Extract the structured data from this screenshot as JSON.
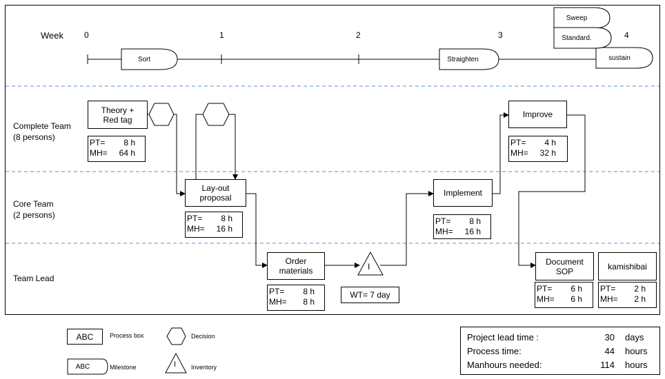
{
  "timeline": {
    "label": "Week",
    "ticks": [
      "0",
      "1",
      "2",
      "3",
      "4"
    ],
    "milestones": {
      "sort": "Sort",
      "straighten": "Straighten",
      "sustain": "sustain",
      "sweep": "Sweep",
      "standard": "Standard."
    }
  },
  "lanes": {
    "complete": "Complete Team\n(8 persons)",
    "core": "Core Team\n(2 persons)",
    "lead": "Team Lead"
  },
  "processes": {
    "theory": {
      "name": "Theory +\nRed tag",
      "pt_label": "PT=",
      "pt": "8 h",
      "mh_label": "MH=",
      "mh": "64 h"
    },
    "layout": {
      "name": "Lay-out\nproposal",
      "pt_label": "PT=",
      "pt": "8 h",
      "mh_label": "MH=",
      "mh": "16 h"
    },
    "order": {
      "name": "Order\nmaterials",
      "pt_label": "PT=",
      "pt": "8 h",
      "mh_label": "MH=",
      "mh": "8 h"
    },
    "implement": {
      "name": "Implement",
      "pt_label": "PT=",
      "pt": "8 h",
      "mh_label": "MH=",
      "mh": "16 h"
    },
    "improve": {
      "name": "Improve",
      "pt_label": "PT=",
      "pt": "4 h",
      "mh_label": "MH=",
      "mh": "32 h"
    },
    "document": {
      "name": "Document\nSOP",
      "pt_label": "PT=",
      "pt": "6 h",
      "mh_label": "MH=",
      "mh": "6 h"
    },
    "kamishibai": {
      "name": "kamishibai",
      "pt_label": "PT=",
      "pt": "2 h",
      "mh_label": "MH=",
      "mh": "2 h"
    }
  },
  "inventory": {
    "symbol": "I",
    "wait": "WT= 7 day"
  },
  "legend": {
    "process_sample": "ABC",
    "process_label": "Process box",
    "decision_label": "Decision",
    "milestone_sample": "ABC",
    "milestone_label": "Milestone",
    "inventory_symbol": "I",
    "inventory_label": "Inventory"
  },
  "summary": [
    {
      "label": "Project lead time :",
      "value": "30",
      "unit": "days"
    },
    {
      "label": "Process time:",
      "value": "44",
      "unit": "hours"
    },
    {
      "label": "Manhours needed:",
      "value": "114",
      "unit": "hours"
    }
  ]
}
